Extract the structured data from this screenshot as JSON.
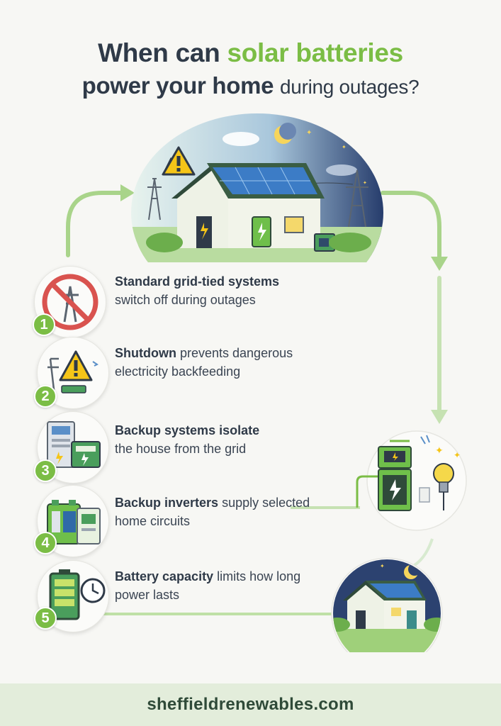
{
  "title": {
    "line1_plain": "When can ",
    "line1_accent": "solar batteries",
    "line2_main": "power your home ",
    "line2_small": "during outages?"
  },
  "steps": [
    {
      "number": "1",
      "bold": "Standard grid-tied systems",
      "rest": "switch off during outages"
    },
    {
      "number": "2",
      "bold": "Shutdown",
      "rest": " prevents dangerous electricity backfeeding"
    },
    {
      "number": "3",
      "bold": "Backup systems isolate",
      "rest": "the house from the grid"
    },
    {
      "number": "4",
      "bold": "Backup inverters",
      "rest": " supply selected home circuits"
    },
    {
      "number": "5",
      "bold": "Battery capacity",
      "rest": " limits how long power lasts"
    }
  ],
  "footer": {
    "website": "sheffieldrenewables.com"
  },
  "colors": {
    "accent": "#7bbd45",
    "dark": "#2f3a48",
    "warning": "#f5c518",
    "danger": "#d9534f"
  }
}
